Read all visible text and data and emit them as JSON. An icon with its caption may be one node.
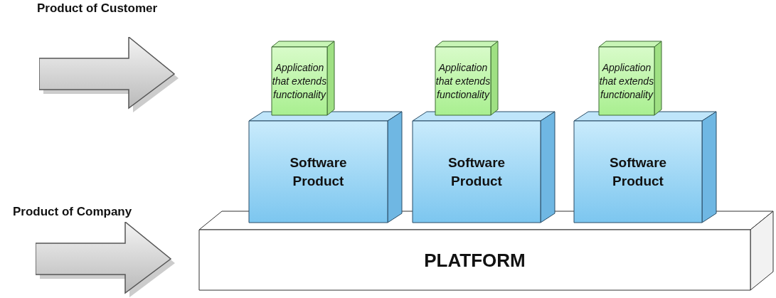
{
  "diagram": {
    "nodes": [
      {
        "text": [
          "Application that extends functionality"
        ]
      },
      {
        "text": [
          "Application that extends functionality"
        ]
      },
      {
        "text": [
          "Application that extends functionality"
        ]
      },
      {
        "text": [
          "Software Product"
        ]
      },
      {
        "text": [
          "Software Product"
        ]
      },
      {
        "text": [
          "Software Product"
        ]
      },
      {
        "text": [
          "PLATFORM"
        ]
      }
    ],
    "edges": [],
    "labels": [
      "Product of Customer",
      "Product of Company"
    ]
  }
}
